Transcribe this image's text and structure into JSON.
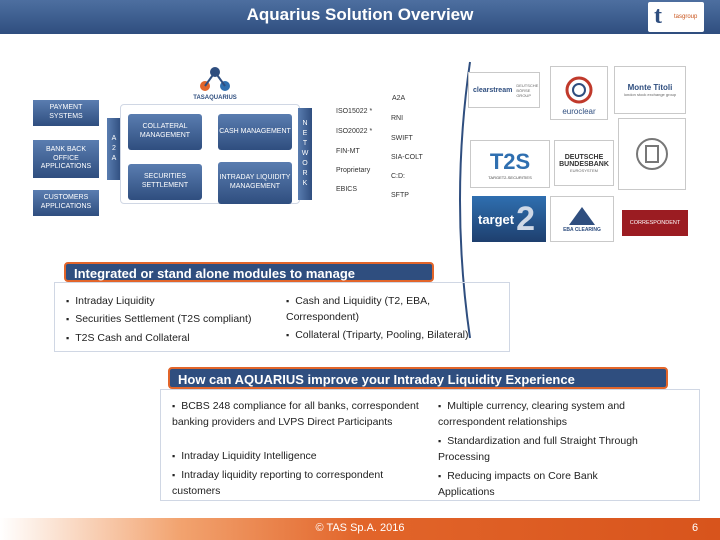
{
  "header": {
    "title": "Aquarius Solution Overview"
  },
  "logo": {
    "brand_letter": "t",
    "brand_text": "tasgroup"
  },
  "product": {
    "name": "TASAQUARIUS"
  },
  "diagram": {
    "left_bars": [
      "PAYMENT SYSTEMS",
      "BANK BACK OFFICE APPLICATIONS",
      "CUSTOMERS APPLICATIONS"
    ],
    "a2a_left": [
      "A",
      "2",
      "A"
    ],
    "modules": [
      "COLLATERAL MANAGEMENT",
      "CASH MANAGEMENT",
      "SECURITIES SETTLEMENT",
      "INTRADAY LIQUIDITY MANAGEMENT"
    ],
    "network": [
      "N",
      "E",
      "T",
      "W",
      "O",
      "R",
      "K"
    ],
    "a2a_top": "A2A",
    "protocols": [
      "ISO15022 *",
      "ISO20022 *",
      "FIN-MT",
      "Proprietary",
      "EBICS"
    ],
    "channels": [
      "RNI",
      "SWIFT",
      "SIA-COLT",
      "C:D:",
      "SFTP"
    ]
  },
  "banks": {
    "clearstream": "clearstream",
    "deutsche_borse": "DEUTSCHE BÖRSE GROUP",
    "euroclear": "euroclear",
    "monte_titoli": "Monte Titoli",
    "monte_titoli_sub": "london stock exchange group",
    "t2s": "T2S",
    "t2s_sub": "TARGET2-SECURITIES",
    "bundesbank": "DEUTSCHE BUNDESBANK",
    "bundesbank_sub": "EUROSYSTEM",
    "target2": "target",
    "target2_num": "2",
    "eba": "EBA CLEARING",
    "correspondent": "CORRESPONDENT"
  },
  "section1": {
    "title": "Integrated or stand alone modules to manage",
    "left": [
      "Intraday Liquidity",
      "Securities Settlement (T2S compliant)",
      "T2S Cash and Collateral"
    ],
    "right": [
      "Cash and Liquidity (T2, EBA, Correspondent)",
      "Collateral (Triparty, Pooling, Bilateral)"
    ]
  },
  "section2": {
    "title": "How can AQUARIUS improve your Intraday Liquidity Experience",
    "left": [
      "BCBS 248 compliance for all banks, correspondent banking providers and LVPS Direct Participants",
      "Intraday Liquidity Intelligence",
      "Intraday liquidity reporting to correspondent customers"
    ],
    "right": [
      "Multiple currency, clearing system and correspondent relationships",
      "Standardization and full Straight Through Processing",
      "Reducing impacts on Core Bank Applications"
    ]
  },
  "footer": {
    "copyright": "© TAS Sp.A. 2016",
    "page": "6"
  }
}
